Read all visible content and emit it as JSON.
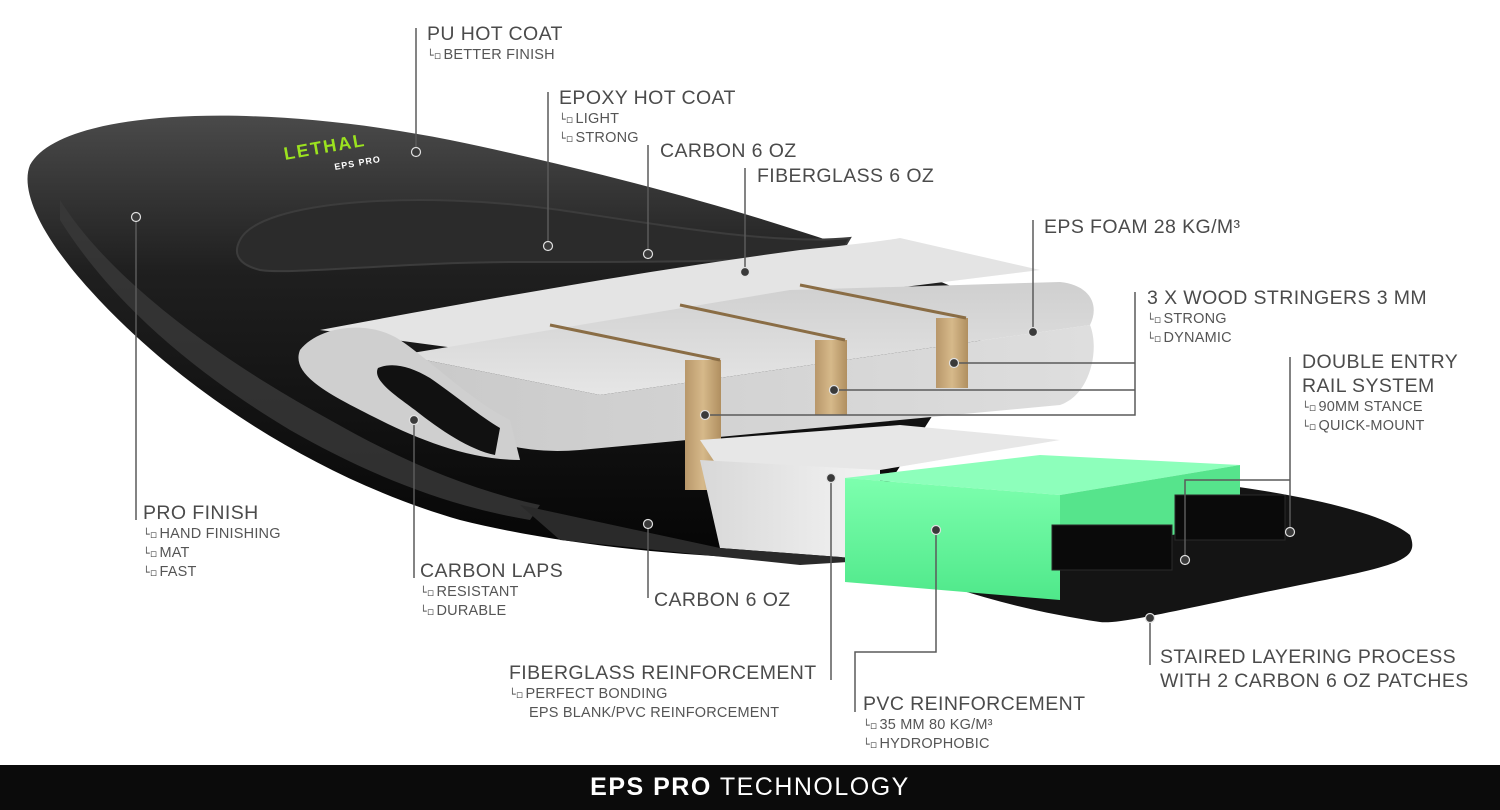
{
  "brand": {
    "name": "LETHAL",
    "sub": "EPS PRO"
  },
  "colors": {
    "pvc": "#5dff97",
    "carbon": "#1a1a1a",
    "foam": "#d6d6d6",
    "wood": "#c8a97a",
    "accent": "#9be21f"
  },
  "labels": {
    "pu_hot_coat": {
      "title": "PU HOT COAT",
      "subs": [
        "BETTER FINISH"
      ]
    },
    "epoxy_hot_coat": {
      "title": "EPOXY HOT COAT",
      "subs": [
        "LIGHT",
        "STRONG"
      ]
    },
    "carbon_top": {
      "title": "CARBON 6 OZ"
    },
    "fiberglass": {
      "title": "FIBERGLASS 6 OZ"
    },
    "eps_foam": {
      "title": "EPS FOAM 28 KG/M³"
    },
    "wood_stringers": {
      "title": "3 X WOOD STRINGERS 3 MM",
      "subs": [
        "STRONG",
        "DYNAMIC"
      ]
    },
    "rail_system": {
      "title_line1": "DOUBLE ENTRY",
      "title_line2": "RAIL SYSTEM",
      "subs": [
        "90MM STANCE",
        "QUICK-MOUNT"
      ]
    },
    "pro_finish": {
      "title": "PRO FINISH",
      "subs": [
        "HAND FINISHING",
        "MAT",
        "FAST"
      ]
    },
    "carbon_laps": {
      "title": "CARBON LAPS",
      "subs": [
        "RESISTANT",
        "DURABLE"
      ]
    },
    "carbon_bottom": {
      "title": "CARBON 6 OZ"
    },
    "fiberglass_reinforcement": {
      "title": "FIBERGLASS REINFORCEMENT",
      "subs": [
        "PERFECT BONDING",
        "EPS BLANK/PVC REINFORCEMENT"
      ]
    },
    "pvc_reinforcement": {
      "title": "PVC REINFORCEMENT",
      "subs": [
        "35 MM 80 KG/M³",
        "HYDROPHOBIC"
      ]
    },
    "staired": {
      "title_line1": "STAIRED LAYERING PROCESS",
      "title_line2": "WITH 2 CARBON 6 OZ PATCHES"
    }
  },
  "footer": {
    "bold": "EPS PRO",
    "rest": "TECHNOLOGY"
  }
}
